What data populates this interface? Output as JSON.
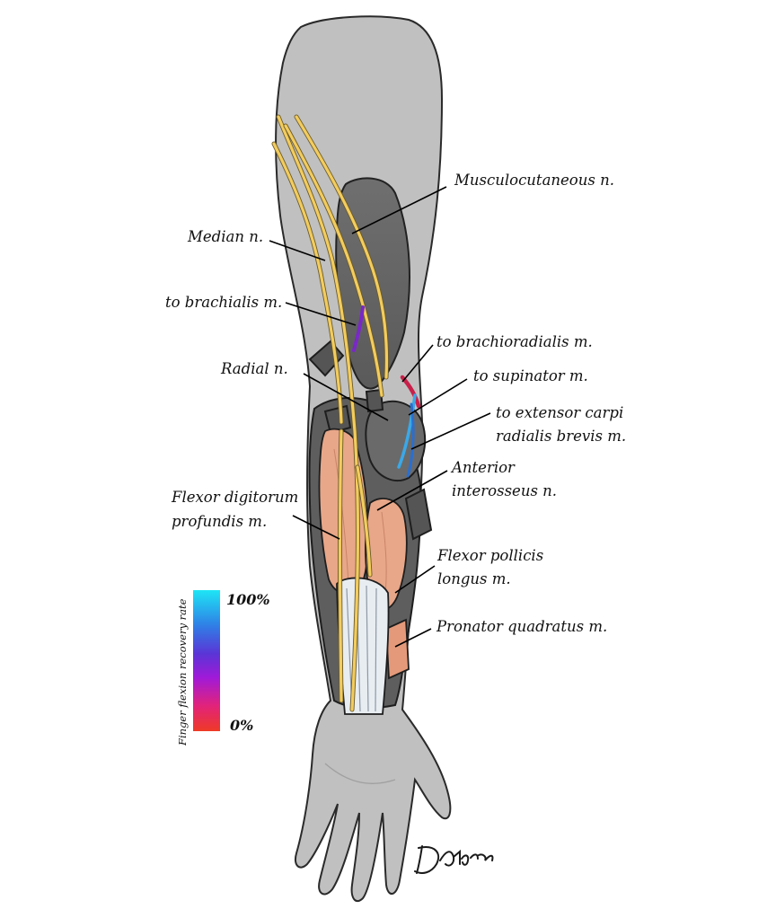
{
  "labels": {
    "musculocutaneous": "Musculocutaneous n.",
    "median": "Median n.",
    "to_brachialis": "to brachialis m.",
    "to_brachioradialis": "to brachioradialis m.",
    "radial": "Radial  n.",
    "to_supinator": "to supinator m.",
    "to_ecrb_line1": "to extensor carpi",
    "to_ecrb_line2": "radialis brevis m.",
    "anterior_interosseus_line1": "Anterior",
    "anterior_interosseus_line2": "interosseus n.",
    "fdp_line1": "Flexor digitorum",
    "fdp_line2": "profundis m.",
    "fpl_line1": "Flexor pollicis",
    "fpl_line2": "longus m.",
    "pronator_quadratus": "Pronator quadratus m."
  },
  "scale": {
    "title": "Finger flexion recovery rate",
    "max_label": "100%",
    "min_label": "0%",
    "colors": [
      "#1ee5f5",
      "#2f7fe6",
      "#5a35d6",
      "#a01ad8",
      "#e2237a",
      "#ee3a26"
    ]
  },
  "branch_colors": {
    "to_brachialis": "#7a28c8",
    "to_brachioradialis": "#c8204a",
    "to_supinator": "#3aa8e8",
    "to_ecrb": "#2a6fd0"
  },
  "signature": "DAndrea"
}
